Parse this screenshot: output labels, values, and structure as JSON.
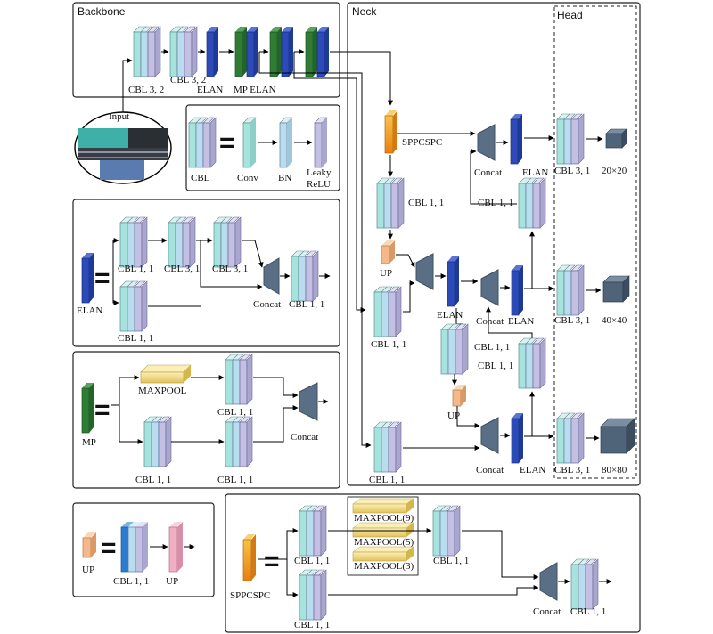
{
  "titles": {
    "backbone": "Backbone",
    "neck": "Neck",
    "head": "Head",
    "input": "Input"
  },
  "backbone": {
    "cbl_a": "CBL 3, 2",
    "cbl_b": "CBL 3, 2",
    "elan": "ELAN",
    "mp_elan": "MP ELAN"
  },
  "cbl_def": {
    "cbl": "CBL",
    "conv": "Conv",
    "bn": "BN",
    "act1": "Leaky",
    "act2": "ReLU"
  },
  "elan_def": {
    "name": "ELAN",
    "b1": "CBL 1, 1",
    "b2": "CBL 3, 1",
    "b3": "CBL 3, 1",
    "b4": "CBL 1, 1",
    "concat": "Concat",
    "out": "CBL 1, 1"
  },
  "mp_def": {
    "name": "MP",
    "maxpool": "MAXPOOL",
    "top_cbl": "CBL 1, 1",
    "bot_cbl1": "CBL 1, 1",
    "bot_cbl2": "CBL 1, 1",
    "concat": "Concat"
  },
  "up_def": {
    "name": "UP",
    "cbl": "CBL 1, 1",
    "up": "UP"
  },
  "spp_def": {
    "name": "SPPCSPC",
    "cbl_top": "CBL 1, 1",
    "mp9": "MAXPOOL(9)",
    "mp5": "MAXPOOL(5)",
    "mp3": "MAXPOOL(3)",
    "cbl_mid": "CBL 1, 1",
    "cbl_bot": "CBL 1, 1",
    "concat": "Concat",
    "out": "CBL 1, 1"
  },
  "neck": {
    "sppcspc": "SPPCSPC",
    "cbl1": "CBL 1, 1",
    "up1": "UP",
    "cbl2": "CBL 1, 1",
    "elan1": "ELAN",
    "cbl3a": "CBL 1, 1",
    "cbl3b": "CBL 1, 1",
    "up2": "UP",
    "cbl4": "CBL 1, 1",
    "concat_top": "Concat",
    "elan_top": "ELAN",
    "cbl_top_back": "CBL 1, 1",
    "concat_mid": "Concat",
    "elan_mid": "ELAN",
    "concat_bot": "Concat",
    "elan_bot": "ELAN"
  },
  "head": {
    "h1": "CBL 3, 1",
    "h2": "CBL 3, 1",
    "h3": "CBL 3, 1",
    "s1": "20×20",
    "s2": "40×40",
    "s3": "80×80"
  },
  "colors": {
    "cyan": "#a6e3dc",
    "lightblue": "#b9dcef",
    "lavender": "#c3c0e3",
    "blue": "#2d4bb8",
    "green": "#2f7d35",
    "orange": "#f19a1c",
    "peach": "#f3b98a",
    "slate": "#5a6f86",
    "gold": "#e9d27a"
  }
}
